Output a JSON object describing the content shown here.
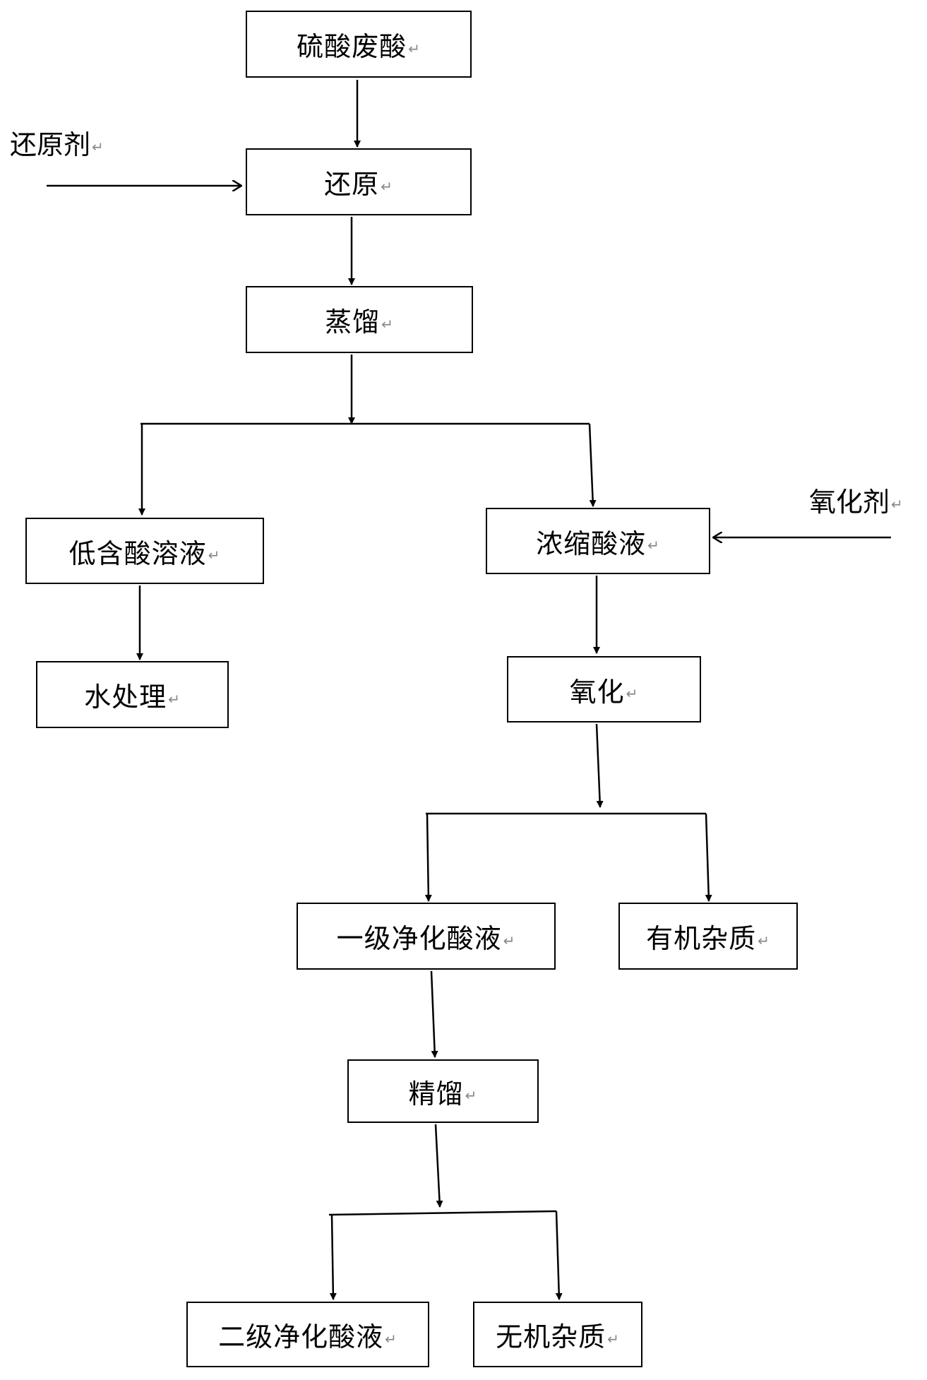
{
  "nodes": {
    "waste_acid": "硫酸废酸",
    "reduction": "还原",
    "distillation": "蒸馏",
    "low_acid_solution": "低含酸溶液",
    "water_treatment": "水处理",
    "concentrated_acid": "浓缩酸液",
    "oxidation": "氧化",
    "primary_purified_acid": "一级净化酸液",
    "organic_impurities": "有机杂质",
    "rectification": "精馏",
    "secondary_purified_acid": "二级净化酸液",
    "inorganic_impurities": "无机杂质"
  },
  "inputs": {
    "reducing_agent": "还原剂",
    "oxidizing_agent": "氧化剂"
  }
}
